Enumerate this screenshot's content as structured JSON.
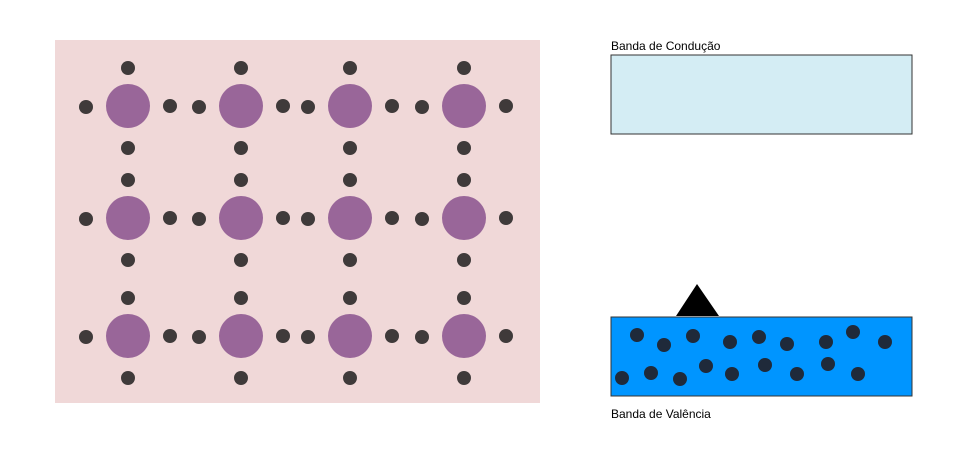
{
  "lattice": {
    "background_color": "#f0d8d8",
    "atom_color": "#996699",
    "electron_color": "#3f3a3a",
    "rows": 3,
    "cols": 4
  },
  "conduction_band": {
    "label": "Banda de Condução",
    "fill": "#d4edf4",
    "stroke": "#333333"
  },
  "valence_band": {
    "label": "Banda de Valência",
    "fill": "#0095ff",
    "stroke": "#333333",
    "electron_color": "#1f2a3a"
  },
  "arrow": {
    "color": "#000000",
    "direction": "up"
  }
}
